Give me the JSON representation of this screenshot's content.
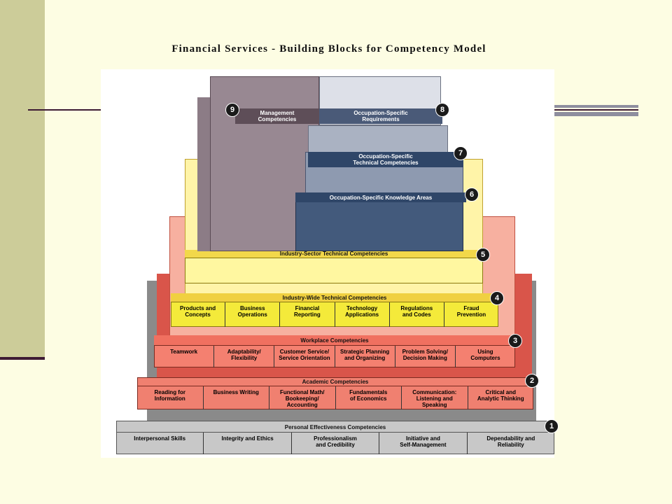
{
  "title": "Financial Services - Building Blocks for Competency Model",
  "tiers": [
    {
      "num": "1",
      "label": "Personal Effectiveness Competencies",
      "cells": [
        "Interpersonal Skills",
        "Integrity and Ethics",
        "Professionalism\nand Credibility",
        "Initiative and\nSelf-Management",
        "Dependability and\nReliability"
      ]
    },
    {
      "num": "2",
      "label": "Academic Competencies",
      "cells": [
        "Reading for\nInformation",
        "Business Writing",
        "Functional Math/\nBookeeping/\nAccounting",
        "Fundamentals\nof Economics",
        "Communication:\nListening and\nSpeaking",
        "Critical and\nAnalytic Thinking"
      ]
    },
    {
      "num": "3",
      "label": "Workplace Competencies",
      "cells": [
        "Teamwork",
        "Adaptability/\nFlexibility",
        "Customer Service/\nService Orientation",
        "Strategic Planning\nand Organizing",
        "Problem Solving/\nDecision Making",
        "Using\nComputers"
      ]
    },
    {
      "num": "4",
      "label": "Industry-Wide Technical Competencies",
      "cells": [
        "Products and\nConcepts",
        "Business\nOperations",
        "Financial\nReporting",
        "Technology\nApplications",
        "Regulations\nand Codes",
        "Fraud\nPrevention"
      ]
    },
    {
      "num": "5",
      "label": "Industry-Sector Technical Competencies"
    },
    {
      "num": "6",
      "label": "Occupation-Specific Knowledge Areas"
    },
    {
      "num": "7",
      "label": "Occupation-Specific\nTechnical Competencies"
    },
    {
      "num": "8",
      "label": "Occupation-Specific\nRequirements"
    },
    {
      "num": "9",
      "label": "Management\nCompetencies"
    }
  ]
}
